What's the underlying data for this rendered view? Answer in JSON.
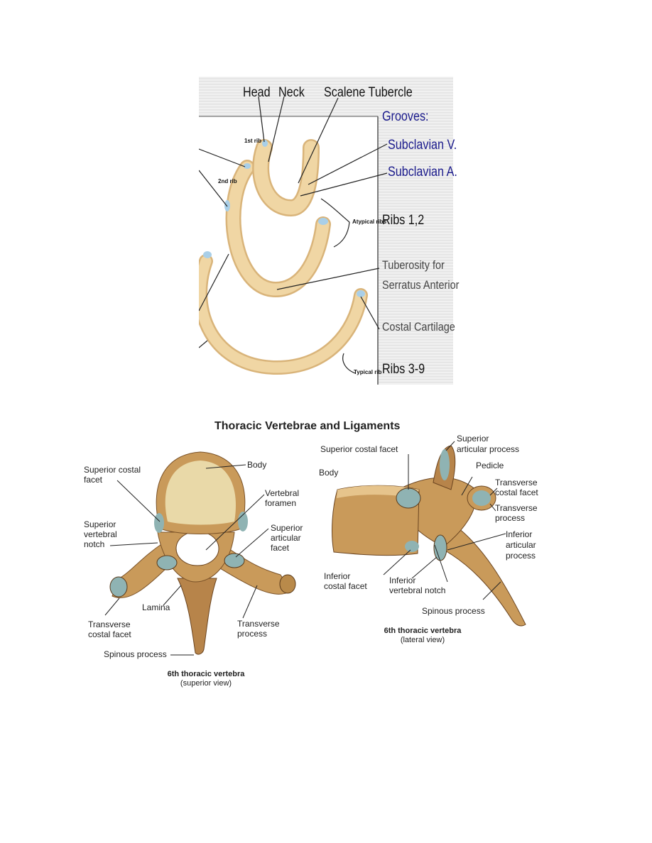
{
  "ribs": {
    "labels": {
      "head": "Head",
      "neck": "Neck",
      "scalene_tubercle": "Scalene Tubercle",
      "grooves": "Grooves:",
      "subclavian_v": "Subclavian V.",
      "subclavian_a": "Subclavian A.",
      "ribs_1_2": "Ribs 1,2",
      "tuberosity_1": "Tuberosity for",
      "tuberosity_2": "Serratus Anterior",
      "costal_cartilage": "Costal Cartilage",
      "ribs_3_9": "Ribs 3-9",
      "first_rib": "1st rib",
      "second_rib": "2nd rib",
      "atypical_ribs": "Atypical ribs",
      "typical_rib": "Typical rib"
    },
    "colors": {
      "bone": "#f0d6a4",
      "bone_shade": "#d9b47a",
      "cartilage": "#a9cfe8",
      "panel": "#e4e4e4",
      "blue_text": "#1a1a8c"
    }
  },
  "vertebrae": {
    "title": "Thoracic Vertebrae and Ligaments",
    "superior": {
      "labels": {
        "superior_costal_facet": [
          "Superior costal",
          "facet"
        ],
        "body": "Body",
        "vertebral_foramen": [
          "Vertebral",
          "foramen"
        ],
        "superior_vertebral_notch": [
          "Superior",
          "vertebral",
          "notch"
        ],
        "superior_articular_facet": [
          "Superior",
          "articular",
          "facet"
        ],
        "lamina": "Lamina",
        "transverse_costal_facet": [
          "Transverse",
          "costal facet"
        ],
        "transverse_process": [
          "Transverse",
          "process"
        ],
        "spinous_process": "Spinous process"
      },
      "caption_bold": "6th thoracic vertebra",
      "caption": "(superior view)"
    },
    "lateral": {
      "labels": {
        "superior_costal_facet": "Superior costal facet",
        "superior_articular_process": [
          "Superior",
          "articular process"
        ],
        "body": "Body",
        "pedicle": "Pedicle",
        "transverse_costal_facet": [
          "Transverse",
          "costal facet"
        ],
        "transverse_process": [
          "Transverse",
          "process"
        ],
        "inferior_articular_process": [
          "Inferior",
          "articular",
          "process"
        ],
        "inferior_costal_facet": [
          "Inferior",
          "costal facet"
        ],
        "inferior_vertebral_notch": [
          "Inferior",
          "vertebral notch"
        ],
        "spinous_process": "Spinous process"
      },
      "caption_bold": "6th thoracic vertebra",
      "caption": "(lateral view)"
    },
    "colors": {
      "bone": "#c99a5a",
      "bone_light": "#e6c48c",
      "facet": "#8fb3b3",
      "cancellous": "#e9d9a8"
    }
  }
}
